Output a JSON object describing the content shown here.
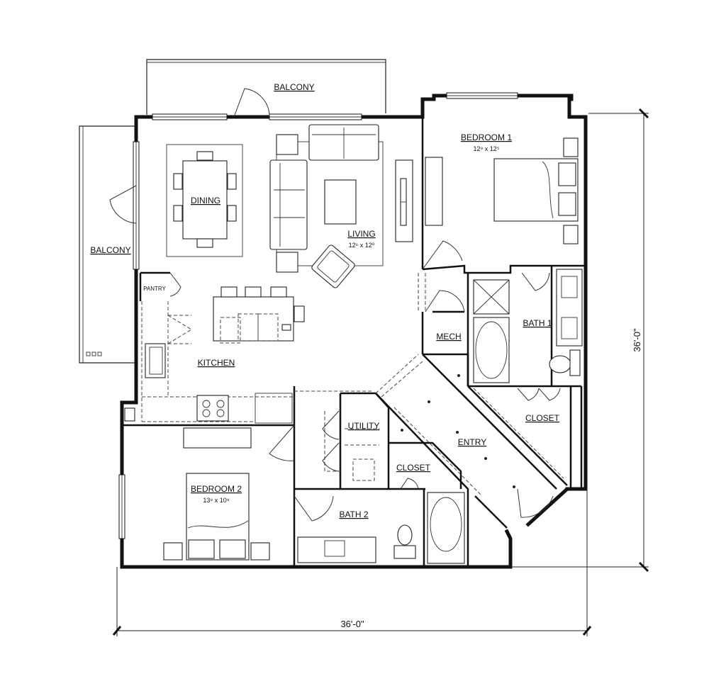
{
  "rooms": {
    "balcony_top": {
      "label": "BALCONY"
    },
    "balcony_left": {
      "label": "BALCONY"
    },
    "bedroom1": {
      "label": "BEDROOM 1",
      "size": "12⁹ x 12⁵"
    },
    "dining": {
      "label": "DINING"
    },
    "living": {
      "label": "LIVING",
      "size": "12⁶ x 12⁰"
    },
    "pantry": {
      "label": "PANTRY"
    },
    "mech": {
      "label": "MECH"
    },
    "bath1": {
      "label": "BATH 1"
    },
    "kitchen": {
      "label": "KITCHEN"
    },
    "closet1": {
      "label": "CLOSET"
    },
    "utility": {
      "label": "UTILITY"
    },
    "entry": {
      "label": "ENTRY"
    },
    "closet2": {
      "label": "CLOSET"
    },
    "bedroom2": {
      "label": "BEDROOM 2",
      "size": "13⁸ x 10⁹"
    },
    "bath2": {
      "label": "BATH 2"
    }
  },
  "dimensions": {
    "width": "36'-0\"",
    "height": "36'-0\""
  },
  "colors": {
    "line": "#111111",
    "background": "#ffffff"
  }
}
